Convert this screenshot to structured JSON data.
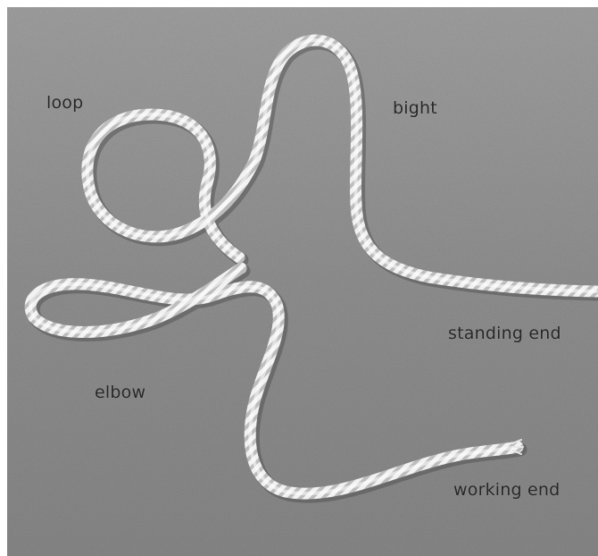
{
  "labels": {
    "loop": "loop",
    "bight": "bight",
    "standing_end": "standing end",
    "elbow": "elbow",
    "working_end": "working end"
  },
  "colors": {
    "background": "#8c8c8c",
    "rope": "#f0f0f0",
    "label_text": "#262626"
  }
}
